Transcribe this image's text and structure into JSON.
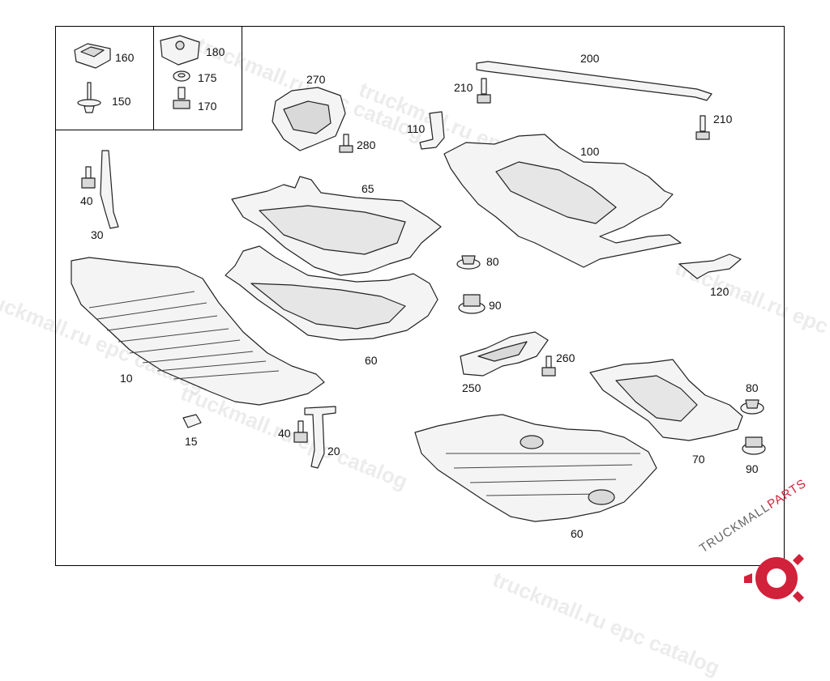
{
  "watermarks": [
    "truckmall.ru epc catalog",
    "truckmall.ru epc catalog",
    "truckmall.ru epc catalog",
    "truckmall.ru epc catalog",
    "truckmall.ru epc catalog",
    "truckmall.ru epc catalog"
  ],
  "callouts": {
    "c160": "160",
    "c150": "150",
    "c180": "180",
    "c175": "175",
    "c170": "170",
    "c270": "270",
    "c280": "280",
    "c210a": "210",
    "c200": "200",
    "c210b": "210",
    "c110": "110",
    "c100": "100",
    "c65": "65",
    "c40a": "40",
    "c30": "30",
    "c80a": "80",
    "c90a": "90",
    "c120": "120",
    "c60a": "60",
    "c10": "10",
    "c260": "260",
    "c250": "250",
    "c15": "15",
    "c40b": "40",
    "c20": "20",
    "c80b": "80",
    "c70": "70",
    "c90b": "90",
    "c60b": "60"
  },
  "logo": {
    "text_main": "TRUCKMALL",
    "text_accent": "PARTS",
    "accent_color": "#d2213a"
  },
  "colors": {
    "line": "#222222",
    "fill_light": "#f4f4f4",
    "fill_mid": "#d9d9d9"
  }
}
